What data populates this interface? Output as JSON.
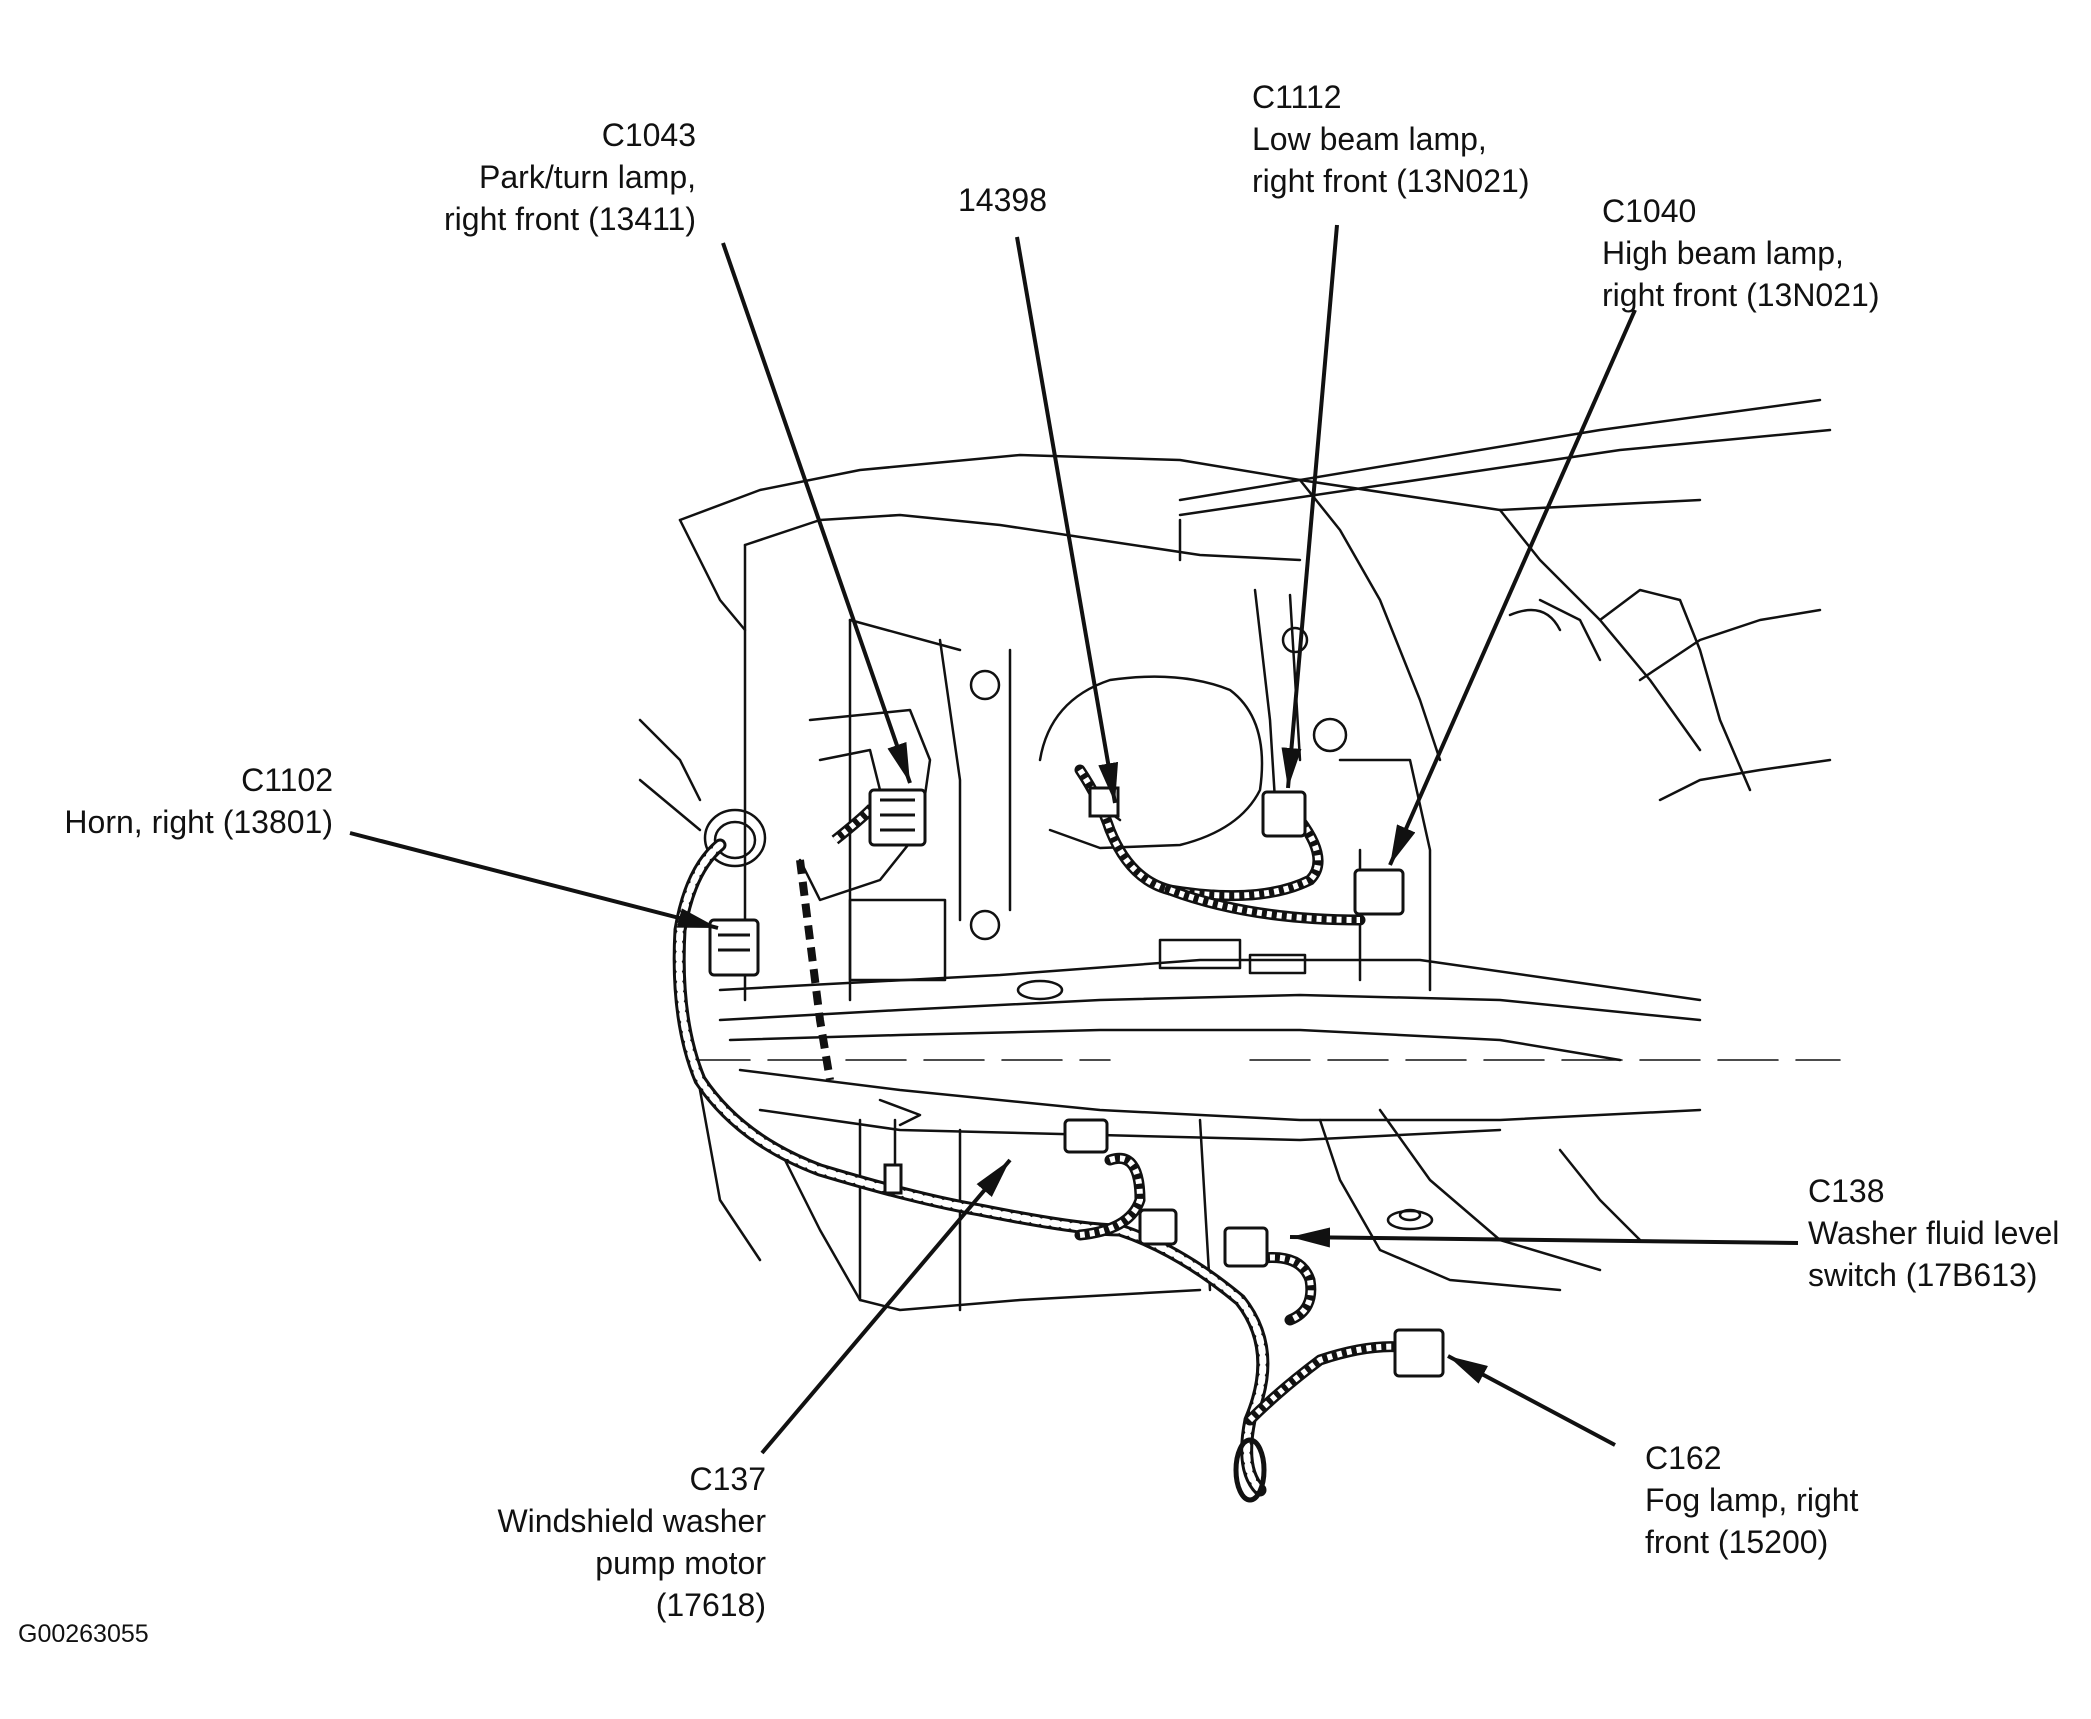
{
  "figure_id": "G00263055",
  "callouts": [
    {
      "id": "c1043",
      "lines": [
        "C1043",
        "Park/turn lamp,",
        "right front (13411)"
      ]
    },
    {
      "id": "p14398",
      "lines": [
        "14398"
      ]
    },
    {
      "id": "c1112",
      "lines": [
        "C1112",
        "Low beam lamp,",
        "right front (13N021)"
      ]
    },
    {
      "id": "c1040",
      "lines": [
        "C1040",
        "High beam lamp,",
        "right front (13N021)"
      ]
    },
    {
      "id": "c1102",
      "lines": [
        "C1102",
        "Horn, right (13801)"
      ]
    },
    {
      "id": "c138",
      "lines": [
        "C138",
        "Washer fluid level",
        "switch (17B613)"
      ]
    },
    {
      "id": "c162",
      "lines": [
        "C162",
        "Fog lamp, right",
        "front (15200)"
      ]
    },
    {
      "id": "c137",
      "lines": [
        "C137",
        "Windshield washer",
        "pump motor",
        "(17618)"
      ]
    }
  ],
  "colors": {
    "ink": "#111111",
    "background": "#ffffff"
  }
}
